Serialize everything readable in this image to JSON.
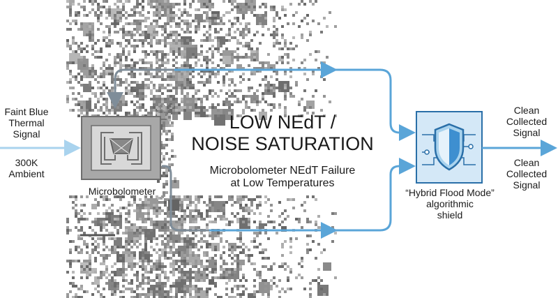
{
  "input": {
    "signal_label": [
      "Faint Blue",
      "Thermal",
      "Signal"
    ],
    "ambient_label": [
      "300K",
      "Ambient"
    ]
  },
  "sensor": {
    "label": "Microbolometer"
  },
  "center": {
    "title_line1": "LOW NEdT /",
    "title_line2": "NOISE SATURATION",
    "subtitle_line1": "Microbolometer NEdT Failure",
    "subtitle_line2": "at Low Temperatures"
  },
  "shield": {
    "label_line1": "“Hybrid Flood Mode”",
    "label_line2": "algorithmic",
    "label_line3": "shield"
  },
  "output": {
    "label_top": [
      "Clean",
      "Collected",
      "Signal"
    ],
    "label_bottom": [
      "Clean",
      "Collected",
      "Signal"
    ]
  },
  "colors": {
    "blue": "#5aa5d8",
    "light_blue": "#a9d3ee",
    "gray_path": "#7f8d99",
    "noise": "#8a8a8a",
    "shield_bg": "#d4e8f7",
    "shield_border": "#2a6fa8"
  }
}
